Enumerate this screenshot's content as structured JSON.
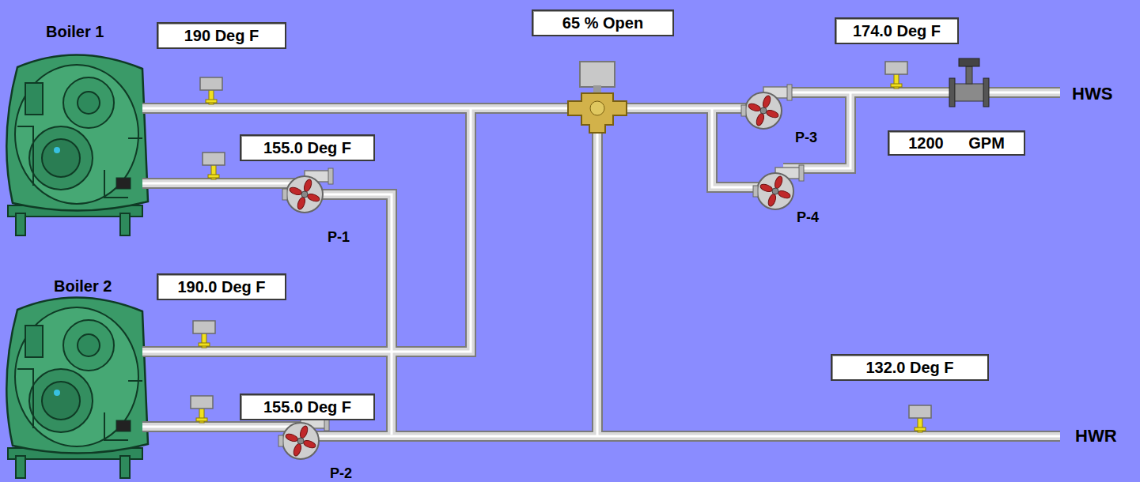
{
  "diagram": {
    "nodes": [
      {
        "text": [
          "190 Deg F"
        ]
      },
      {
        "text": [
          "65 % Open"
        ]
      },
      {
        "text": [
          "174.0 Deg F"
        ]
      },
      {
        "text": [
          "155.0 Deg F"
        ]
      },
      {
        "text": [
          "1200 GPM"
        ]
      },
      {
        "text": [
          "190.0 Deg F"
        ]
      },
      {
        "text": [
          "132.0 Deg F"
        ]
      },
      {
        "text": [
          "155.0 Deg F"
        ]
      }
    ],
    "labels": [
      "Boiler 1",
      "Boiler 2",
      "P-1",
      "P-2",
      "P-3",
      "P-4",
      "HWS",
      "HWR"
    ]
  }
}
